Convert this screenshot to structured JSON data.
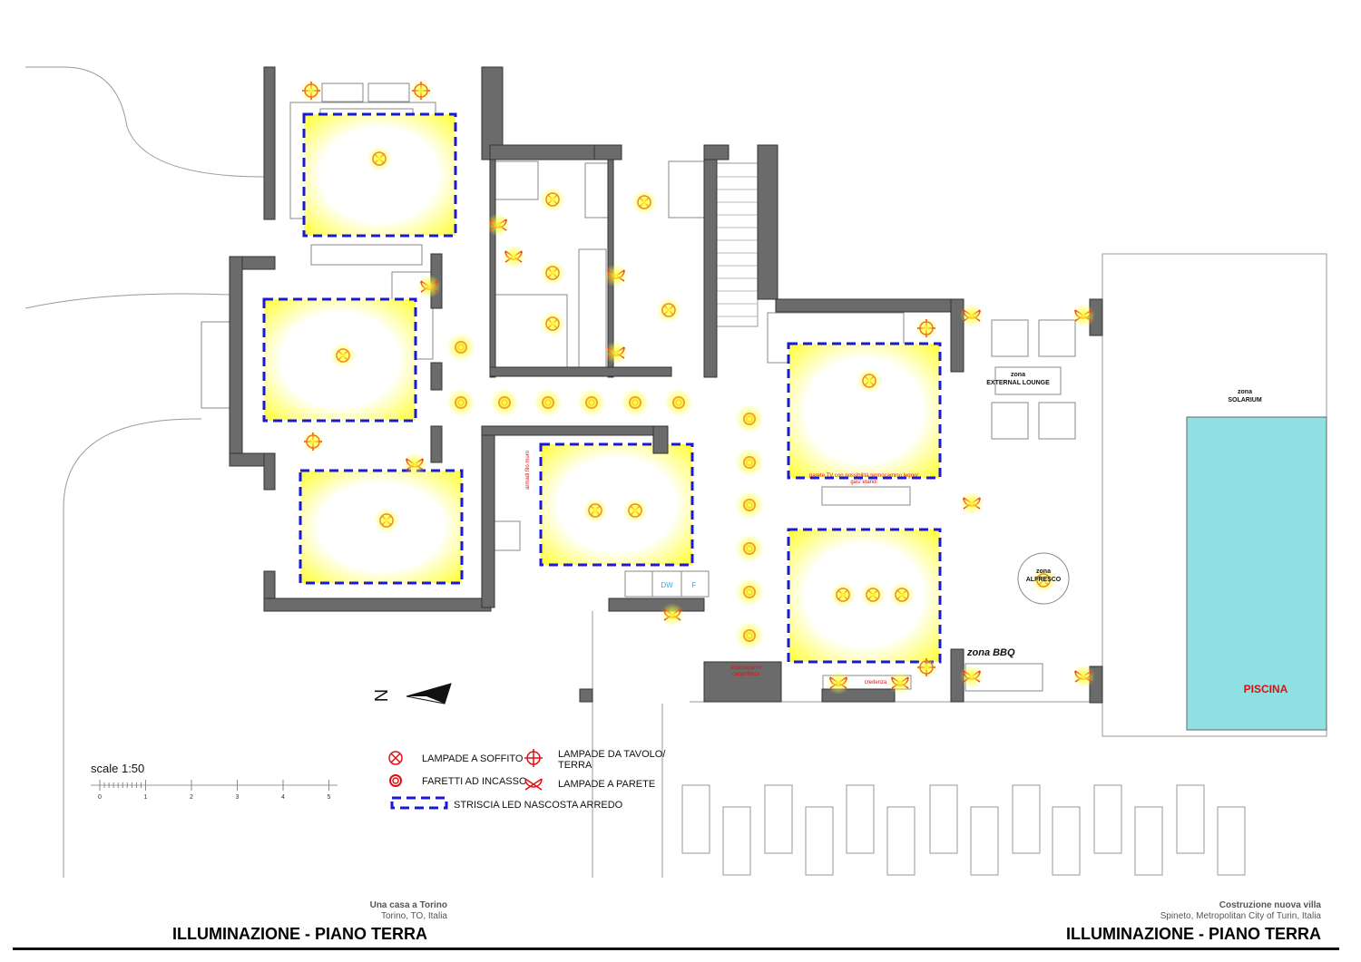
{
  "sheet": {
    "left_block": {
      "project": "Una casa a Torino",
      "location": "Torino, TO, Italia",
      "title": "ILLUMINAZIONE - PIANO TERRA"
    },
    "right_block": {
      "project": "Costruzione nuova villa",
      "location": "Spineto, Metropolitan City of Turin, Italia",
      "title": "ILLUMINAZIONE - PIANO TERRA"
    }
  },
  "scale": {
    "label": "scale 1:50",
    "ticks": [
      "0",
      "1",
      "2",
      "3",
      "4",
      "5"
    ]
  },
  "north": {
    "label": "N"
  },
  "legend": {
    "ceiling": "LAMPADE A SOFFITO",
    "table_floor_1": "LAMPADE DA TAVOLO/",
    "table_floor_2": "TERRA",
    "recessed": "FARETTI AD INCASSO",
    "wall": "LAMPADE A PARETE",
    "led": "STRISCIA LED NASCOSTA ARREDO"
  },
  "labels": {
    "lounge_zona": "zona",
    "lounge": "EXTERNAL LOUNGE",
    "solarium_zona": "zona",
    "solarium": "SOLARIUM",
    "alfresco_zona": "zona",
    "alfresco": "ALFRESCO",
    "bbq": "zona BBQ",
    "pool": "PISCINA",
    "tv_wall_1": "parete TV con possibilità termocamino legno/",
    "tv_wall_2": "gas/ etanol",
    "sideboard": "credenza",
    "coat_1": "attaccapanni",
    "coat_2": "cappottiera",
    "wardrobe": "armadi filo muro",
    "dishwasher": "DW",
    "fridge": "F"
  },
  "colors": {
    "wall": "#6b6b6b",
    "led": "#1a1ad6",
    "lamp": "#e01010",
    "glow": "#ffff33",
    "pool": "#8fe0e2"
  }
}
